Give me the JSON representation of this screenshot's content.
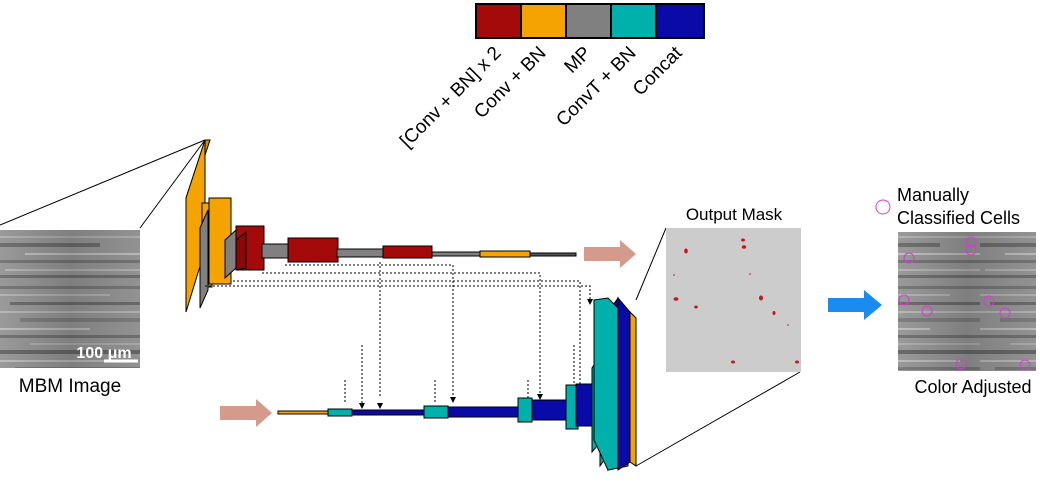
{
  "legend": {
    "items": [
      {
        "label": "[Conv + BN] x 2",
        "color": "#a50a0a"
      },
      {
        "label": "Conv + BN",
        "color": "#f5a300"
      },
      {
        "label": "MP",
        "color": "#808080"
      },
      {
        "label": "ConvT + BN",
        "color": "#00b0aa"
      },
      {
        "label": "Concat",
        "color": "#0a0aa8"
      }
    ]
  },
  "input": {
    "caption": "MBM Image",
    "scale_bar": "100 μm"
  },
  "output_mask": {
    "title": "Output Mask",
    "cell_color": "#c8141e",
    "background": "#cccccc"
  },
  "result": {
    "legend_line1": "Manually",
    "legend_line2": "Classified Cells",
    "caption": "Color Adjusted",
    "marker_color": "#d63bd6"
  },
  "arrows": {
    "flow_color": "#d49a8c",
    "result_color": "#1a8cf0"
  }
}
